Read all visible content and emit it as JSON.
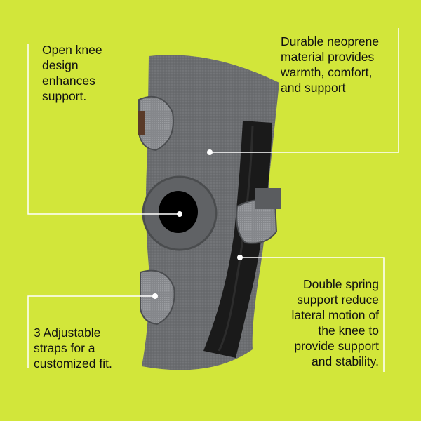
{
  "callouts": {
    "open_knee": "Open knee\ndesign\nenhances\nsupport.",
    "neoprene": "Durable neoprene\nmaterial provides\nwarmth, comfort,\nand support",
    "spring": "Double spring\nsupport reduce\nlateral motion of\nthe knee to\nprovide support\nand stability.",
    "straps": "3 Adjustable\nstraps for a\ncustomized fit."
  },
  "colors": {
    "background": "#d2e63a",
    "brace": "#6b6d70",
    "brace_dark": "#555759",
    "strap": "#7a7c80",
    "spring_panel": "#1a1a1a",
    "line": "#ffffff"
  }
}
